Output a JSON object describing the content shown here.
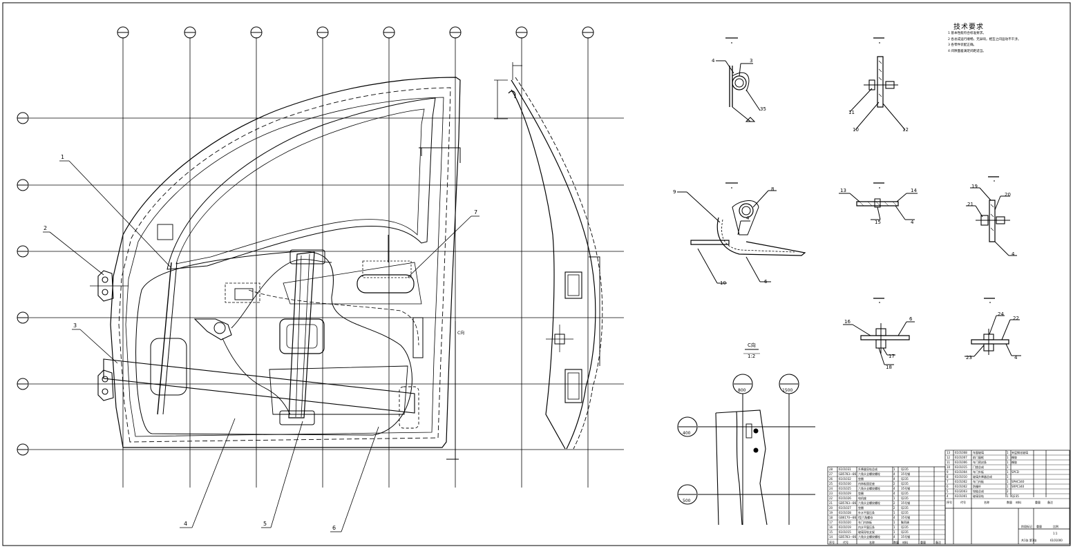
{
  "sheet": {
    "border_color": "#000000",
    "background": "#ffffff"
  },
  "grid": {
    "vertical_labels": [
      "",
      "",
      "",
      "",
      "",
      "",
      "",
      ""
    ],
    "horizontal_labels": [
      "",
      "",
      "",
      "",
      "",
      ""
    ]
  },
  "callouts": {
    "c1": "1",
    "c2": "2",
    "c3": "3",
    "c4": "4",
    "c5": "5",
    "c6": "6",
    "c7": "7",
    "d4": "4",
    "d3": "3",
    "d35": "35",
    "d11": "11",
    "d10": "10",
    "d12": "12",
    "d9": "9",
    "d8": "8",
    "d4b": "4",
    "d10b": "10",
    "d6": "6",
    "d13": "13",
    "d14": "14",
    "d15": "15",
    "d4c": "4",
    "d19": "19",
    "d20": "20",
    "d21": "21",
    "d4d": "4",
    "d16": "16",
    "d6b": "6",
    "d17": "17",
    "d18": "18",
    "d24": "24",
    "d22": "22",
    "d23": "23",
    "d4e": "4"
  },
  "view_c": {
    "label": "C向",
    "scale": "1:2",
    "arrow_label": "C向"
  },
  "view_c_bubbles": {
    "y800": "800",
    "y1500": "1500",
    "z400": "400",
    "z500": "500"
  },
  "technical_requirements": {
    "title": "技术要求",
    "items": [
      "1  基本性能符合标准要求。",
      "2  各总成运行顺畅，无异响，相互之间运动不干涉。",
      "3  各零件装配正确。",
      "4  间隙面差满足间距适当。"
    ]
  },
  "bom_left": [
    {
      "no": "28",
      "code": "6101031",
      "name": "升降器导轨总成",
      "qty": "1",
      "mat": "Q235"
    },
    {
      "no": "27",
      "code": "GB5783—86",
      "name": "六角头全螺纹螺栓",
      "qty": "4",
      "mat": "35号钢"
    },
    {
      "no": "26",
      "code": "6101032",
      "name": "垫圈",
      "qty": "4",
      "mat": "Q235"
    },
    {
      "no": "25",
      "code": "6101030",
      "name": "内饰板固定座",
      "qty": "2",
      "mat": "Q235"
    },
    {
      "no": "24",
      "code": "6101025",
      "name": "六角头全螺纹螺栓",
      "qty": "4",
      "mat": "35号钢"
    },
    {
      "no": "23",
      "code": "6101029",
      "name": "垫圈",
      "qty": "4",
      "mat": "Q235"
    },
    {
      "no": "22",
      "code": "6101026",
      "name": "电机座",
      "qty": "1",
      "mat": "Q235"
    },
    {
      "no": "21",
      "code": "GB5783—86",
      "name": "六角头全螺纹螺栓",
      "qty": "2",
      "mat": "35号钢"
    },
    {
      "no": "20",
      "code": "6101027",
      "name": "垫圈",
      "qty": "2",
      "mat": "Q235"
    },
    {
      "no": "19",
      "code": "6101028",
      "name": "外水平窗压条",
      "qty": "1",
      "mat": "Q235"
    },
    {
      "no": "18",
      "code": "GB6170—86",
      "name": "I型六角螺母",
      "qty": "4",
      "mat": "35号钢"
    },
    {
      "no": "17",
      "code": "6101020",
      "name": "车门内饰板",
      "qty": "1",
      "mat": "聚丙烯"
    },
    {
      "no": "16",
      "code": "6101019",
      "name": "内水平窗压条",
      "qty": "1",
      "mat": "Q235"
    },
    {
      "no": "15",
      "code": "6101015",
      "name": "玻璃导轨支架",
      "qty": "1",
      "mat": "Q235"
    },
    {
      "no": "14",
      "code": "GB5783—86",
      "name": "六角头全螺纹螺栓",
      "qty": "4",
      "mat": "35号钢"
    }
  ],
  "bom_right": [
    {
      "no": "13",
      "code": "6101008",
      "name": "车窗玻璃",
      "qty": "1",
      "mat": "夹层钢化玻璃"
    },
    {
      "no": "12",
      "code": "6101007",
      "name": "前门窗框",
      "qty": "1",
      "mat": "橡胶"
    },
    {
      "no": "11",
      "code": "6101006",
      "name": "车门密封条",
      "qty": "1",
      "mat": "橡胶"
    },
    {
      "no": "10",
      "code": "6101015",
      "name": "门锁总成",
      "qty": "1",
      "mat": ""
    },
    {
      "no": "9",
      "code": "6101004",
      "name": "车门外板",
      "qty": "1",
      "mat": "SPCD"
    },
    {
      "no": "8",
      "code": "6101010",
      "name": "玻璃升降器总成",
      "qty": "1",
      "mat": ""
    },
    {
      "no": "7",
      "code": "6101002",
      "name": "车门内板",
      "qty": "1",
      "mat": "SPHC340"
    },
    {
      "no": "6",
      "code": "6101002",
      "name": "防撞杆",
      "qty": "1",
      "mat": "SRPC340"
    },
    {
      "no": "5",
      "code": "6102003",
      "name": "铰链总成",
      "qty": "2",
      "mat": ""
    },
    {
      "no": "4",
      "code": "6101001",
      "name": "玻璃导轨",
      "qty": "1",
      "mat": "Q235"
    }
  ],
  "title_block": {
    "header_no": "序号",
    "header_code": "代号",
    "header_name": "名称",
    "header_qty": "数量",
    "header_mat": "材料",
    "header_weight": "重量",
    "header_note": "备注",
    "subtitle": "阶段标记",
    "weight_label": "重量",
    "scale_label": "比例",
    "scale_value": "1:1",
    "sheets": "共1张  第1张",
    "drawing_no": "6101000"
  }
}
